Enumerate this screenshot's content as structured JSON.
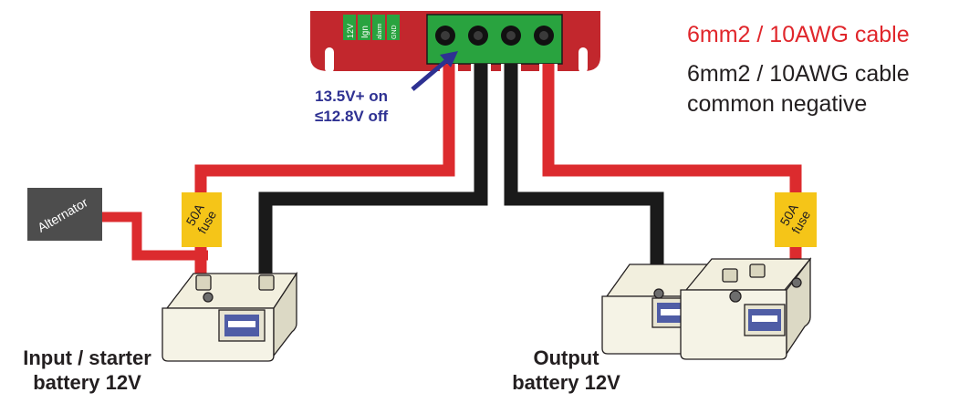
{
  "legend": {
    "red_cable": "6mm2 / 10AWG cable",
    "black_cable_line1": "6mm2 / 10AWG cable",
    "black_cable_line2": "common negative"
  },
  "ign_note": {
    "line1": "13.5V+ on",
    "line2": "≤12.8V off"
  },
  "terminals": [
    "12V",
    "Ign",
    "alarm",
    "GND"
  ],
  "alternator_label": "Alternator",
  "fuse_line1": "50A",
  "fuse_line2": "fuse",
  "input_battery": {
    "line1": "Input / starter",
    "line2": "battery 12V"
  },
  "output_battery": {
    "line1": "Output",
    "line2": "battery 12V"
  },
  "colors": {
    "red_cable": "#dc2b2e",
    "black_cable": "#1a1a1a",
    "unit_body": "#c2272d",
    "terminal_block": "#29a33f",
    "fuse": "#f5c518",
    "alternator": "#4d4d4d",
    "note_text": "#2e3192"
  }
}
